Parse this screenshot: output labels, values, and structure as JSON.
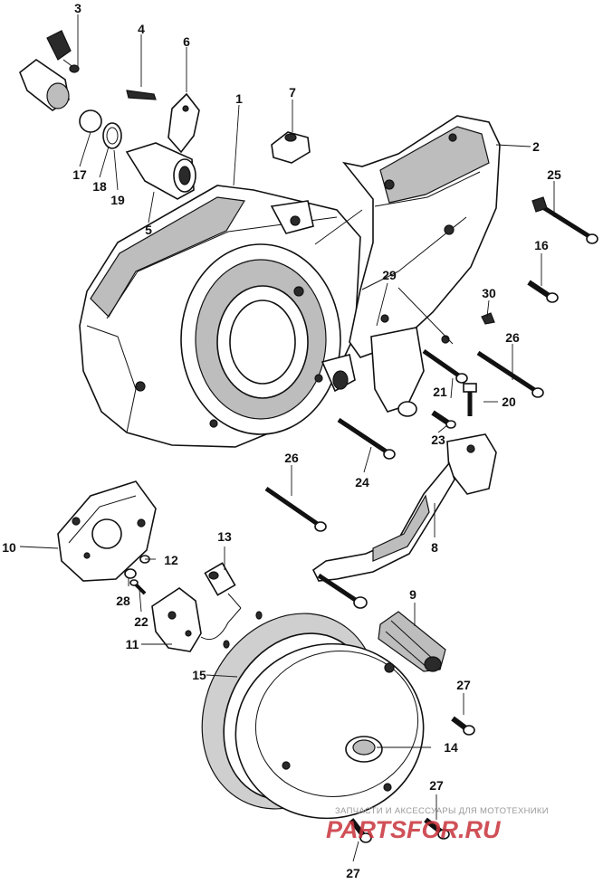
{
  "callouts": {
    "c1": "1",
    "c2": "2",
    "c3": "3",
    "c4": "4",
    "c5": "5",
    "c6": "6",
    "c7": "7",
    "c8": "8",
    "c9": "9",
    "c10": "10",
    "c11": "11",
    "c12": "12",
    "c13": "13",
    "c14": "14",
    "c15": "15",
    "c16": "16",
    "c17": "17",
    "c18": "18",
    "c19": "19",
    "c20": "20",
    "c21": "21",
    "c22": "22",
    "c23": "23",
    "c24": "24",
    "c25": "25",
    "c26a": "26",
    "c26b": "26",
    "c27a": "27",
    "c27b": "27",
    "c27c": "27",
    "c28": "28",
    "c29": "29",
    "c30": "30"
  },
  "watermark": {
    "text": "ЗАПЧАСТИ И АКСЕССУАРЫ ДЛЯ МОТОТЕХНИКИ",
    "logo": "PARTSFOR.RU"
  }
}
